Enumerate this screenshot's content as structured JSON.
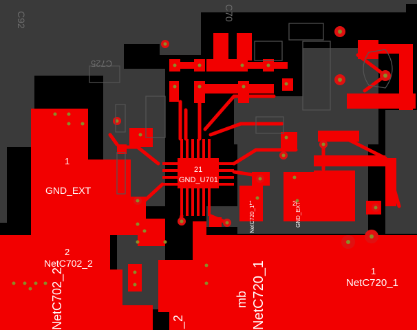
{
  "pads": {
    "gnd_ext": {
      "number": "1",
      "net": "GND_EXT"
    },
    "gnd_u701": {
      "number": "21",
      "net": "GND_U701"
    },
    "netc702_2": {
      "number": "2",
      "net": "NetC702_2"
    },
    "netc720_1_right": {
      "number": "1",
      "net": "NetC720_1"
    },
    "c720_pad1": {
      "number": "1",
      "net": "NetC720_1"
    },
    "c720_pad2": {
      "number": "2",
      "net": "GND_EXT"
    }
  },
  "zone_labels": {
    "netc702_2_vertical": "NetC702_2",
    "netc720_1_vertical": "NetC720_1",
    "mb": "mb",
    "bottom_fragment": "_2"
  },
  "silkscreen": {
    "c725": "C725",
    "c926": "C92",
    "c70x": "C70"
  },
  "colors": {
    "background": "#000000",
    "ground_plane": "#3a3a3a",
    "copper": "#f20000",
    "via_ring": "#e01010",
    "via_hole": "#8a8c28",
    "label": "#ffffff",
    "silkscreen": "#6e6e6e"
  }
}
